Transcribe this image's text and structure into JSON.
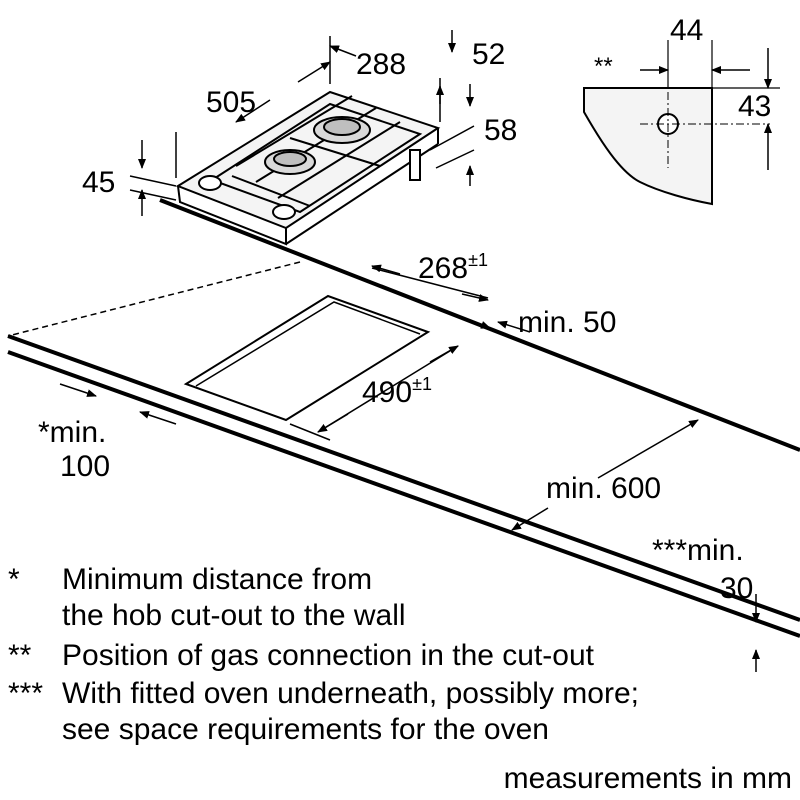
{
  "dimensions": {
    "hob_depth": "505",
    "hob_width": "288",
    "dim_52": "52",
    "dim_58": "58",
    "hob_thickness": "45",
    "gas_offset": "44",
    "gas_height": "43",
    "gas_marker": "**",
    "cutout_width": "268",
    "cutout_width_tol": "±1",
    "cutout_depth": "490",
    "cutout_depth_tol": "±1",
    "front_edge": "min. 50",
    "wall_dist_line1": "*min.",
    "wall_dist_line2": "100",
    "worktop_depth": "min. 600",
    "oven_gap_line1": "***min.",
    "oven_gap_line2": "30"
  },
  "notes": [
    {
      "mark": "*",
      "lines": [
        "Minimum distance from",
        "the hob cut-out to the wall"
      ]
    },
    {
      "mark": "**",
      "lines": [
        "Position of gas connection in the cut-out"
      ]
    },
    {
      "mark": "***",
      "lines": [
        "With fitted oven underneath, possibly more;",
        "see space requirements for the oven"
      ]
    }
  ],
  "unit_note": "measurements in mm"
}
